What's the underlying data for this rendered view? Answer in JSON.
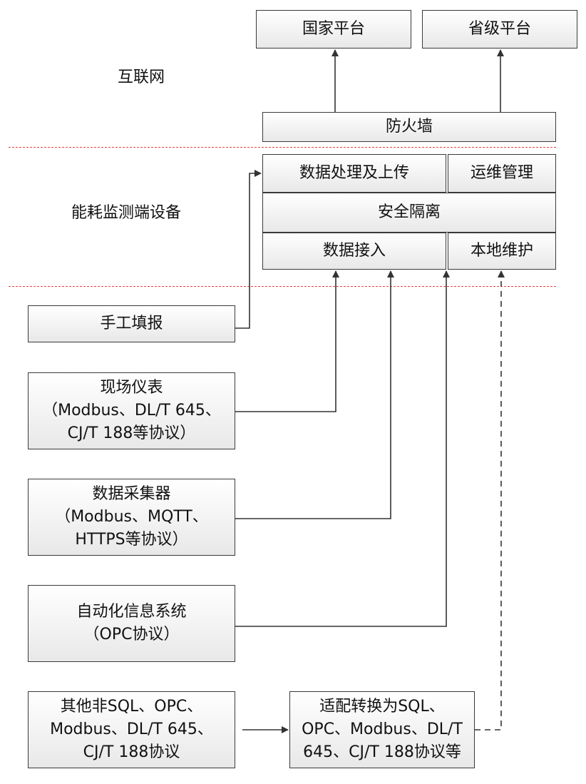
{
  "zones": {
    "internet": "互联网",
    "device": "能耗监测端设备"
  },
  "platforms": {
    "national": "国家平台",
    "provincial": "省级平台"
  },
  "firewall": "防火墙",
  "device_blocks": {
    "data_process_upload": "数据处理及上传",
    "ops_management": "运维管理",
    "security_isolation": "安全隔离",
    "data_access": "数据接入",
    "local_maintenance": "本地维护"
  },
  "sources": {
    "manual_entry": "手工填报",
    "field_meters": [
      "现场仪表",
      "（Modbus、DL/T 645、",
      "CJ/T 188等协议）"
    ],
    "data_collector": [
      "数据采集器",
      "（Modbus、MQTT、",
      "HTTPS等协议）"
    ],
    "automation_system": [
      "自动化信息系统",
      "（OPC协议）"
    ],
    "other_protocols": [
      "其他非SQL、OPC、",
      "Modbus、DL/T 645、",
      "CJ/T 188协议"
    ],
    "adapter": [
      "适配转换为SQL、",
      "OPC、Modbus、DL/T",
      "645、CJ/T 188协议等"
    ]
  },
  "colors": {
    "divider": "#e84040",
    "border": "#3a3a3a",
    "box_gradient_top": "#ffffff",
    "box_gradient_bottom": "#e8e8e8"
  }
}
